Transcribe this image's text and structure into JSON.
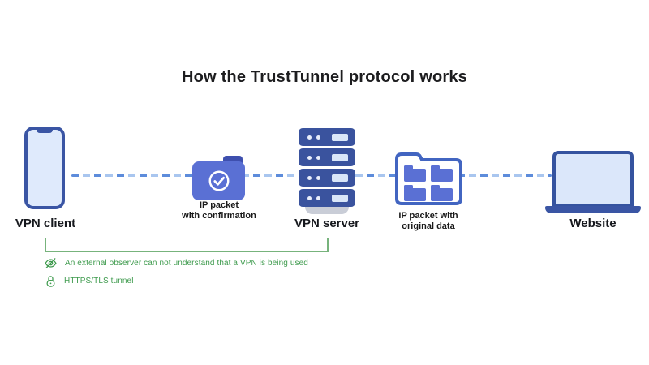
{
  "title": "How the TrustTunnel protocol works",
  "diagram": {
    "client": {
      "label": "VPN client",
      "icon": "smartphone-icon"
    },
    "packet_confirmation": {
      "line1": "IP packet",
      "line2": "with confirmation",
      "icon": "folder-check-icon"
    },
    "server": {
      "label": "VPN server",
      "icon": "server-rack-icon"
    },
    "packet_original": {
      "line1": "IP packet with",
      "line2": "original data",
      "icon": "folder-packets-icon"
    },
    "website": {
      "label": "Website",
      "icon": "laptop-icon"
    }
  },
  "legend": {
    "observer_note": "An external observer can not understand that a VPN is being used",
    "observer_icon": "eye-off-icon",
    "tunnel_note": "HTTPS/TLS tunnel",
    "tunnel_icon": "lock-icon"
  },
  "colors": {
    "device_border_blue": "#3a55a4",
    "device_fill_blue": "#dfeafc",
    "folder_blue": "#5a70d4",
    "folder_tab_navy": "#3e4fae",
    "server_navy": "#3a539e",
    "dash_blue": "#5d8cdb",
    "dash_blue_light": "#a9c6ef",
    "legend_green": "#3f9b4e",
    "bracket_green": "#77b37c",
    "title_text": "#1d1d1f"
  }
}
